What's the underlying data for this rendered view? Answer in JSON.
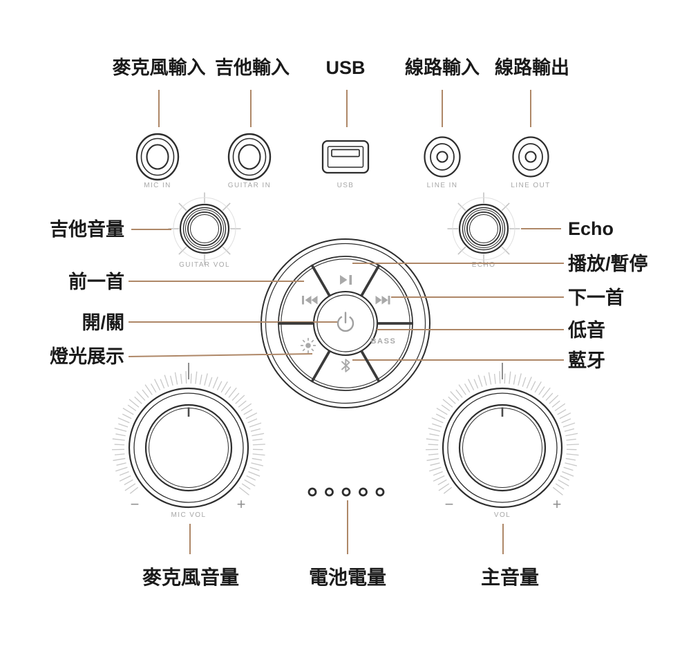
{
  "colors": {
    "ink": "#2d2d2d",
    "leader_line": "#ae8767",
    "caption_gray": "#a7a7a7",
    "icon_gray": "#a9a9a9",
    "text_dark": "#1a1a1a"
  },
  "top_ports": [
    {
      "label": "麥克風輸入",
      "caption": "MIC IN"
    },
    {
      "label": "吉他輸入",
      "caption": "GUITAR IN"
    },
    {
      "label": "USB",
      "caption": "USB"
    },
    {
      "label": "線路輸入",
      "caption": "LINE IN"
    },
    {
      "label": "線路輸出",
      "caption": "LINE OUT"
    }
  ],
  "knobs": {
    "guitar_vol": {
      "callout": "吉他音量",
      "caption": "GUITAR VOL"
    },
    "echo": {
      "callout": "Echo",
      "caption": "ECHO"
    },
    "mic_vol": {
      "callout": "麥克風音量",
      "caption": "MIC VOL",
      "minus": "−",
      "plus": "+"
    },
    "main_vol": {
      "callout": "主音量",
      "caption": "VOL",
      "minus": "−",
      "plus": "+"
    }
  },
  "control_pad": {
    "bass_caption": "BASS",
    "callouts_left": [
      {
        "name": "previous",
        "label": "前一首"
      },
      {
        "name": "power",
        "label": "開/關"
      },
      {
        "name": "lights",
        "label": "燈光展示"
      }
    ],
    "callouts_right": [
      {
        "name": "play-pause",
        "label": "播放/暫停"
      },
      {
        "name": "next",
        "label": "下一首"
      },
      {
        "name": "bass",
        "label": "低音"
      },
      {
        "name": "bluetooth",
        "label": "藍牙"
      }
    ]
  },
  "battery": {
    "callout": "電池電量",
    "dots": 5
  }
}
